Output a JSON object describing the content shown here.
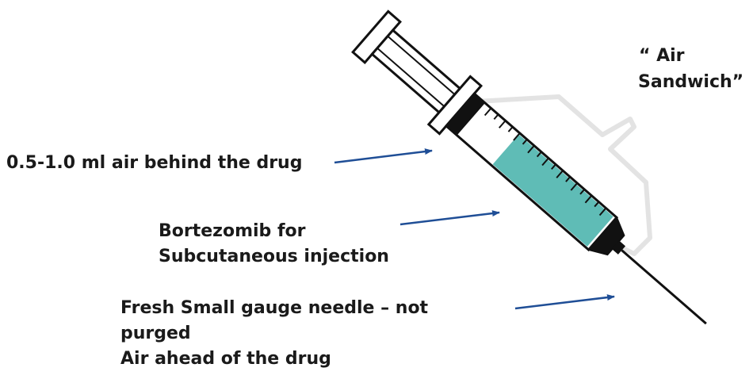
{
  "labels": {
    "air_sandwich_line1": "“ Air",
    "air_sandwich_line2": "Sandwich”",
    "air_behind": "0.5-1.0 ml air behind the drug",
    "drug_line1": "Bortezomib for",
    "drug_line2": "Subcutaneous injection",
    "needle_line1": "Fresh Small gauge needle – not",
    "needle_line2": "purged",
    "needle_line3": "Air ahead of the drug"
  },
  "colors": {
    "drug_fill": "#5fbcb6",
    "arrow": "#1f4e96",
    "outline": "#111111",
    "bracket": "#e3e3e3"
  },
  "icons": {
    "syringe": "syringe-icon"
  }
}
